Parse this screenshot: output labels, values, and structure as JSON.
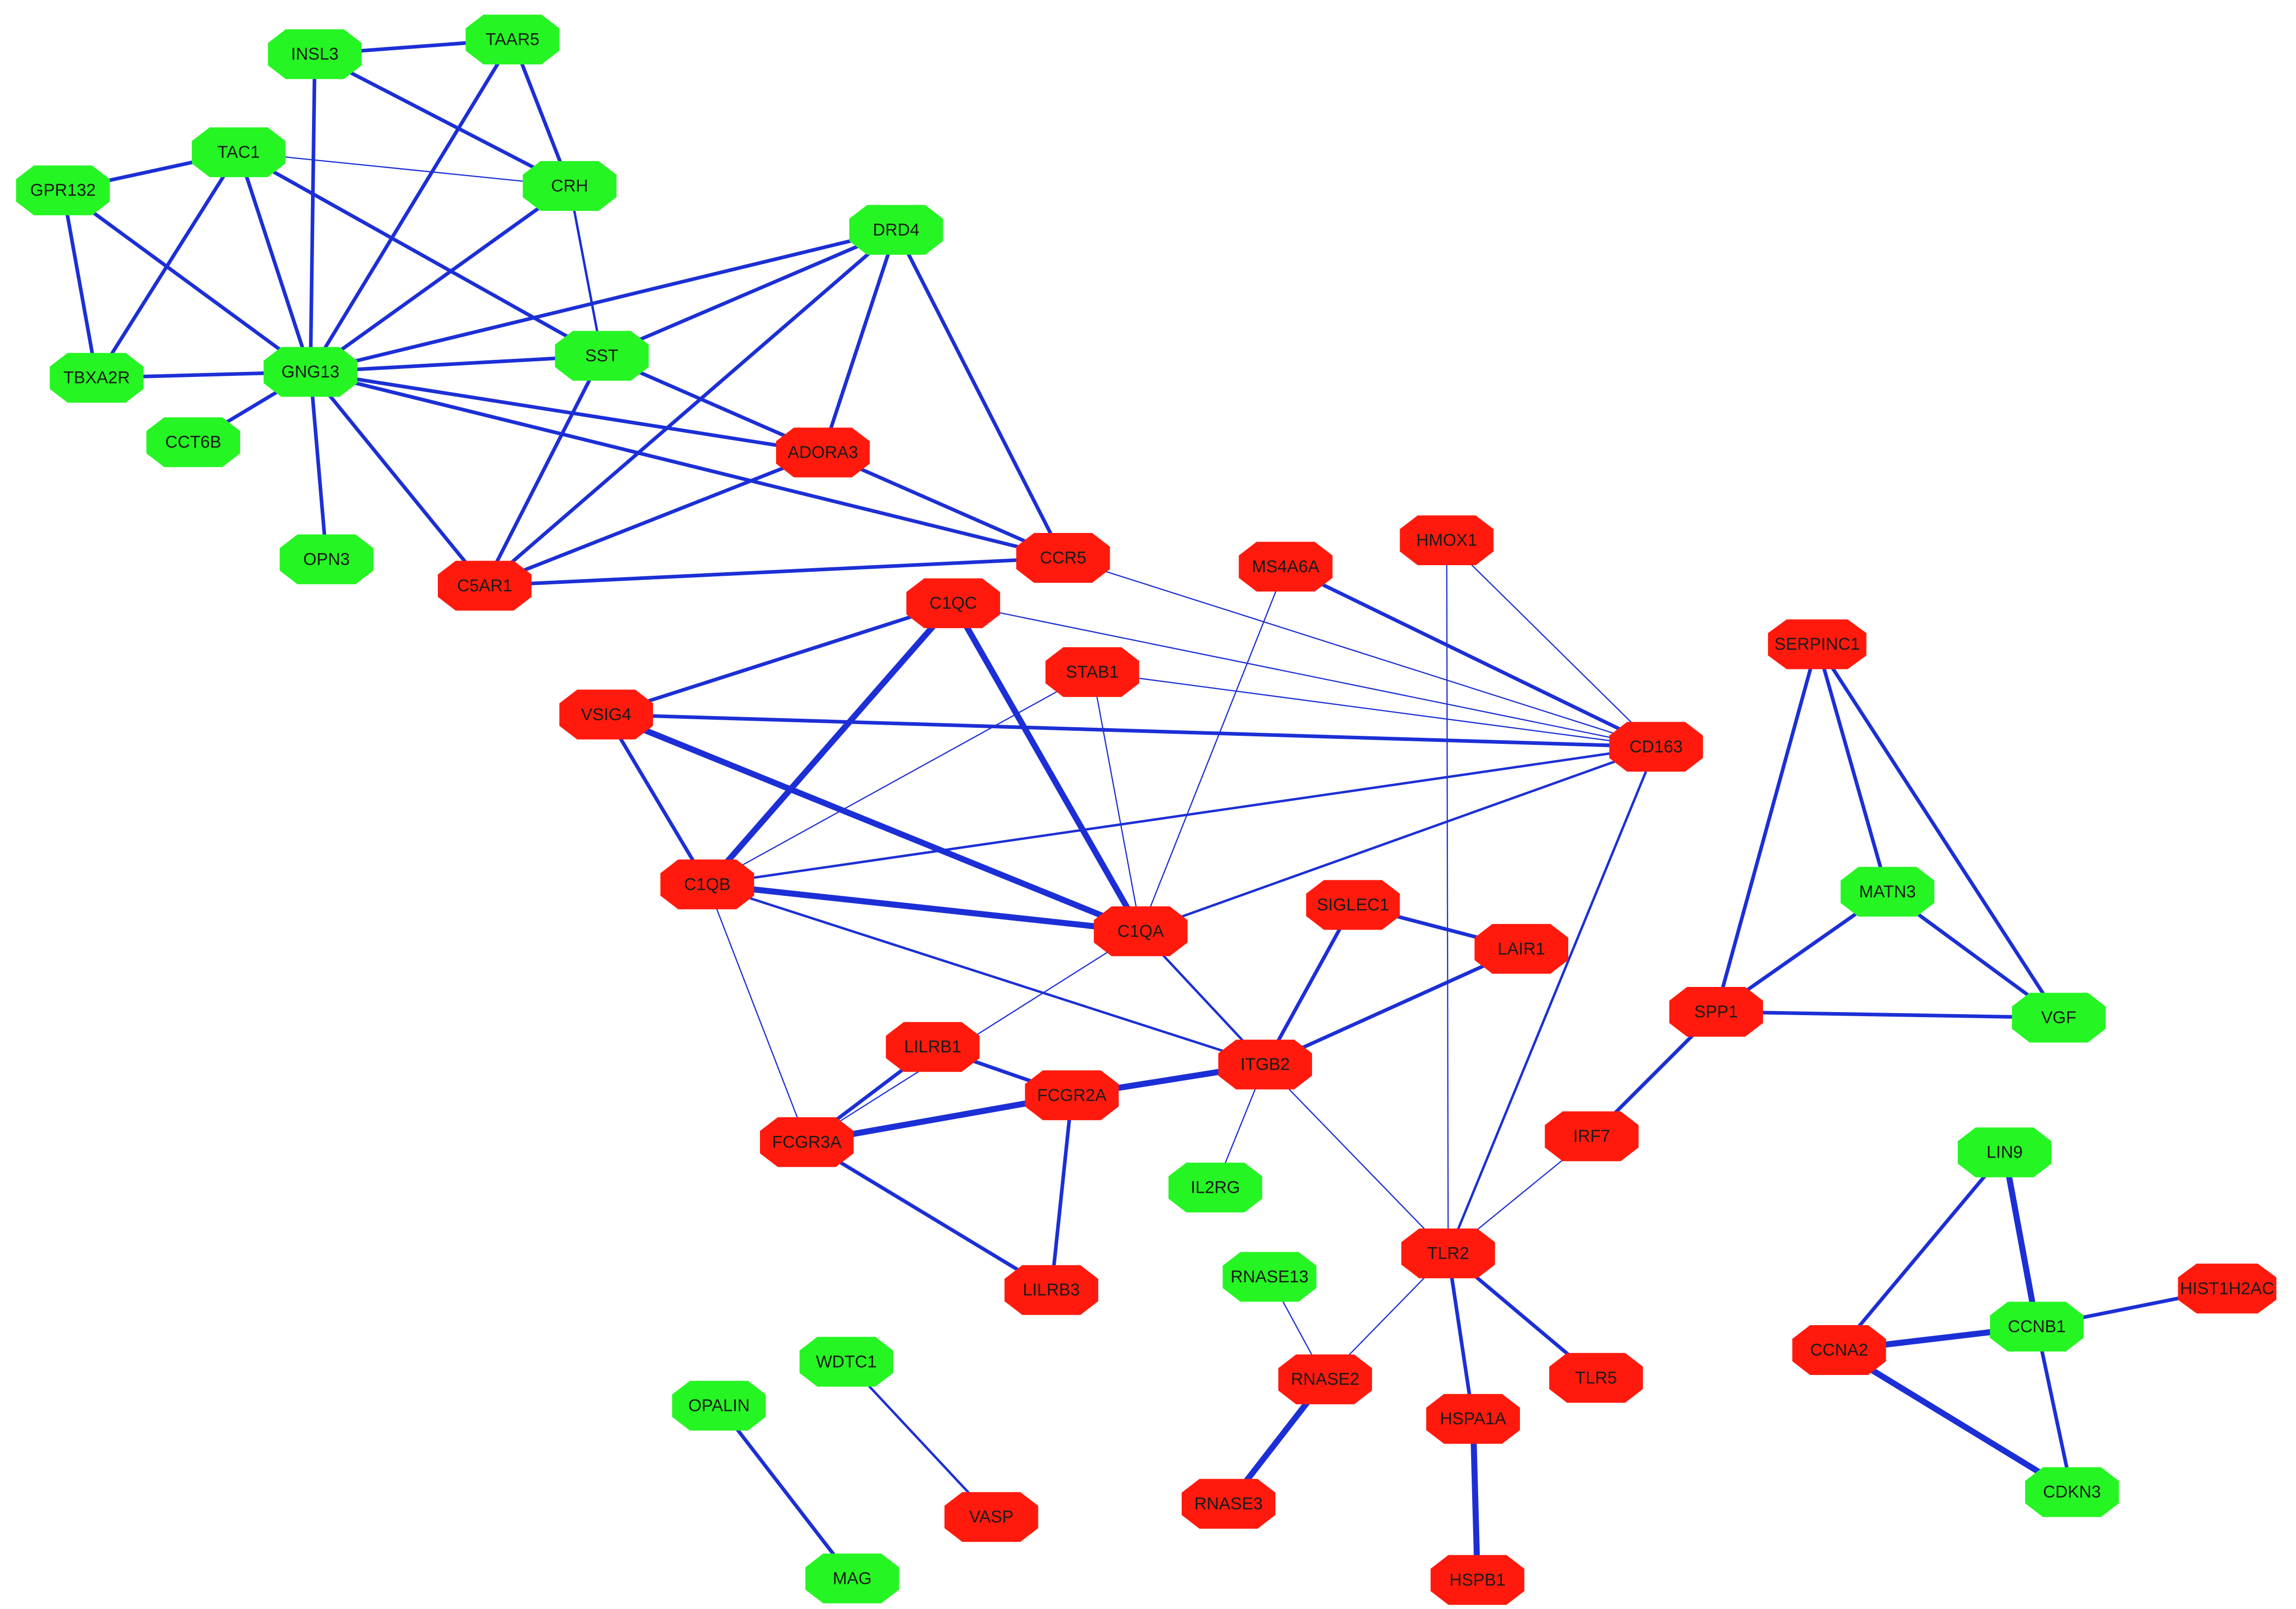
{
  "colors": {
    "up": "#ff1a0d",
    "down": "#26f524",
    "edge": "#1c2fd6"
  },
  "nodes": [
    {
      "id": "INSL3",
      "label": "INSL3",
      "group": "down"
    },
    {
      "id": "TAAR5",
      "label": "TAAR5",
      "group": "down"
    },
    {
      "id": "TAC1",
      "label": "TAC1",
      "group": "down"
    },
    {
      "id": "CRH",
      "label": "CRH",
      "group": "down"
    },
    {
      "id": "GPR132",
      "label": "GPR132",
      "group": "down"
    },
    {
      "id": "DRD4",
      "label": "DRD4",
      "group": "down"
    },
    {
      "id": "SST",
      "label": "SST",
      "group": "down"
    },
    {
      "id": "TBXA2R",
      "label": "TBXA2R",
      "group": "down"
    },
    {
      "id": "GNG13",
      "label": "GNG13",
      "group": "down"
    },
    {
      "id": "CCT6B",
      "label": "CCT6B",
      "group": "down"
    },
    {
      "id": "ADORA3",
      "label": "ADORA3",
      "group": "up"
    },
    {
      "id": "OPN3",
      "label": "OPN3",
      "group": "down"
    },
    {
      "id": "C5AR1",
      "label": "C5AR1",
      "group": "up"
    },
    {
      "id": "CCR5",
      "label": "CCR5",
      "group": "up"
    },
    {
      "id": "MS4A6A",
      "label": "MS4A6A",
      "group": "up"
    },
    {
      "id": "HMOX1",
      "label": "HMOX1",
      "group": "up"
    },
    {
      "id": "C1QC",
      "label": "C1QC",
      "group": "up"
    },
    {
      "id": "STAB1",
      "label": "STAB1",
      "group": "up"
    },
    {
      "id": "SERPINC1",
      "label": "SERPINC1",
      "group": "up"
    },
    {
      "id": "VSIG4",
      "label": "VSIG4",
      "group": "up"
    },
    {
      "id": "CD163",
      "label": "CD163",
      "group": "up"
    },
    {
      "id": "C1QB",
      "label": "C1QB",
      "group": "up"
    },
    {
      "id": "MATN3",
      "label": "MATN3",
      "group": "down"
    },
    {
      "id": "SIGLEC1",
      "label": "SIGLEC1",
      "group": "up"
    },
    {
      "id": "C1QA",
      "label": "C1QA",
      "group": "up"
    },
    {
      "id": "LAIR1",
      "label": "LAIR1",
      "group": "up"
    },
    {
      "id": "SPP1",
      "label": "SPP1",
      "group": "up"
    },
    {
      "id": "VGF",
      "label": "VGF",
      "group": "down"
    },
    {
      "id": "LILRB1",
      "label": "LILRB1",
      "group": "up"
    },
    {
      "id": "ITGB2",
      "label": "ITGB2",
      "group": "up"
    },
    {
      "id": "FCGR2A",
      "label": "FCGR2A",
      "group": "up"
    },
    {
      "id": "FCGR3A",
      "label": "FCGR3A",
      "group": "up"
    },
    {
      "id": "IRF7",
      "label": "IRF7",
      "group": "up"
    },
    {
      "id": "IL2RG",
      "label": "IL2RG",
      "group": "down"
    },
    {
      "id": "LIN9",
      "label": "LIN9",
      "group": "down"
    },
    {
      "id": "TLR2",
      "label": "TLR2",
      "group": "up"
    },
    {
      "id": "RNASE13",
      "label": "RNASE13",
      "group": "down"
    },
    {
      "id": "LILRB3",
      "label": "LILRB3",
      "group": "up"
    },
    {
      "id": "HIST1H2AC",
      "label": "HIST1H2AC",
      "group": "up"
    },
    {
      "id": "WDTC1",
      "label": "WDTC1",
      "group": "down"
    },
    {
      "id": "CCNB1",
      "label": "CCNB1",
      "group": "down"
    },
    {
      "id": "CCNA2",
      "label": "CCNA2",
      "group": "up"
    },
    {
      "id": "OPALIN",
      "label": "OPALIN",
      "group": "down"
    },
    {
      "id": "RNASE2",
      "label": "RNASE2",
      "group": "up"
    },
    {
      "id": "TLR5",
      "label": "TLR5",
      "group": "up"
    },
    {
      "id": "HSPA1A",
      "label": "HSPA1A",
      "group": "up"
    },
    {
      "id": "VASP",
      "label": "VASP",
      "group": "up"
    },
    {
      "id": "CDKN3",
      "label": "CDKN3",
      "group": "down"
    },
    {
      "id": "RNASE3",
      "label": "RNASE3",
      "group": "up"
    },
    {
      "id": "MAG",
      "label": "MAG",
      "group": "down"
    },
    {
      "id": "HSPB1",
      "label": "HSPB1",
      "group": "up"
    }
  ],
  "edges": [
    {
      "source": "INSL3",
      "target": "TAAR5",
      "weight": 3
    },
    {
      "source": "INSL3",
      "target": "CRH",
      "weight": 3
    },
    {
      "source": "INSL3",
      "target": "GNG13",
      "weight": 3
    },
    {
      "source": "TAAR5",
      "target": "CRH",
      "weight": 3
    },
    {
      "source": "TAAR5",
      "target": "GNG13",
      "weight": 3
    },
    {
      "source": "TAC1",
      "target": "GPR132",
      "weight": 3
    },
    {
      "source": "TAC1",
      "target": "CRH",
      "weight": 1
    },
    {
      "source": "TAC1",
      "target": "TBXA2R",
      "weight": 3
    },
    {
      "source": "TAC1",
      "target": "GNG13",
      "weight": 3
    },
    {
      "source": "TAC1",
      "target": "SST",
      "weight": 3
    },
    {
      "source": "GPR132",
      "target": "TBXA2R",
      "weight": 3
    },
    {
      "source": "GPR132",
      "target": "GNG13",
      "weight": 3
    },
    {
      "source": "CRH",
      "target": "GNG13",
      "weight": 3
    },
    {
      "source": "CRH",
      "target": "SST",
      "weight": 2
    },
    {
      "source": "TBXA2R",
      "target": "GNG13",
      "weight": 3
    },
    {
      "source": "GNG13",
      "target": "CCT6B",
      "weight": 3
    },
    {
      "source": "GNG13",
      "target": "OPN3",
      "weight": 3
    },
    {
      "source": "GNG13",
      "target": "DRD4",
      "weight": 3
    },
    {
      "source": "GNG13",
      "target": "SST",
      "weight": 3
    },
    {
      "source": "GNG13",
      "target": "ADORA3",
      "weight": 3
    },
    {
      "source": "GNG13",
      "target": "CCR5",
      "weight": 3
    },
    {
      "source": "GNG13",
      "target": "C5AR1",
      "weight": 3
    },
    {
      "source": "DRD4",
      "target": "SST",
      "weight": 3
    },
    {
      "source": "DRD4",
      "target": "ADORA3",
      "weight": 3
    },
    {
      "source": "DRD4",
      "target": "CCR5",
      "weight": 3
    },
    {
      "source": "DRD4",
      "target": "C5AR1",
      "weight": 3
    },
    {
      "source": "SST",
      "target": "ADORA3",
      "weight": 3
    },
    {
      "source": "SST",
      "target": "C5AR1",
      "weight": 3
    },
    {
      "source": "ADORA3",
      "target": "C5AR1",
      "weight": 3
    },
    {
      "source": "ADORA3",
      "target": "CCR5",
      "weight": 3
    },
    {
      "source": "C5AR1",
      "target": "CCR5",
      "weight": 3
    },
    {
      "source": "CCR5",
      "target": "CD163",
      "weight": 1
    },
    {
      "source": "MS4A6A",
      "target": "CD163",
      "weight": 3
    },
    {
      "source": "MS4A6A",
      "target": "C1QA",
      "weight": 1
    },
    {
      "source": "HMOX1",
      "target": "CD163",
      "weight": 1
    },
    {
      "source": "HMOX1",
      "target": "TLR2",
      "weight": 1
    },
    {
      "source": "C1QC",
      "target": "VSIG4",
      "weight": 3
    },
    {
      "source": "C1QC",
      "target": "C1QB",
      "weight": 5
    },
    {
      "source": "C1QC",
      "target": "C1QA",
      "weight": 5
    },
    {
      "source": "C1QC",
      "target": "CD163",
      "weight": 1
    },
    {
      "source": "STAB1",
      "target": "CD163",
      "weight": 1
    },
    {
      "source": "STAB1",
      "target": "C1QA",
      "weight": 1
    },
    {
      "source": "STAB1",
      "target": "C1QB",
      "weight": 1
    },
    {
      "source": "VSIG4",
      "target": "CD163",
      "weight": 3
    },
    {
      "source": "VSIG4",
      "target": "C1QB",
      "weight": 3
    },
    {
      "source": "VSIG4",
      "target": "C1QA",
      "weight": 5
    },
    {
      "source": "C1QB",
      "target": "C1QA",
      "weight": 5
    },
    {
      "source": "C1QB",
      "target": "CD163",
      "weight": 2
    },
    {
      "source": "C1QB",
      "target": "ITGB2",
      "weight": 2
    },
    {
      "source": "C1QB",
      "target": "FCGR3A",
      "weight": 1
    },
    {
      "source": "C1QA",
      "target": "CD163",
      "weight": 2
    },
    {
      "source": "C1QA",
      "target": "ITGB2",
      "weight": 2
    },
    {
      "source": "C1QA",
      "target": "FCGR3A",
      "weight": 1
    },
    {
      "source": "CD163",
      "target": "TLR2",
      "weight": 2
    },
    {
      "source": "SERPINC1",
      "target": "MATN3",
      "weight": 3
    },
    {
      "source": "SERPINC1",
      "target": "SPP1",
      "weight": 3
    },
    {
      "source": "SERPINC1",
      "target": "VGF",
      "weight": 3
    },
    {
      "source": "MATN3",
      "target": "SPP1",
      "weight": 3
    },
    {
      "source": "MATN3",
      "target": "VGF",
      "weight": 3
    },
    {
      "source": "SPP1",
      "target": "VGF",
      "weight": 3
    },
    {
      "source": "SPP1",
      "target": "IRF7",
      "weight": 3
    },
    {
      "source": "IRF7",
      "target": "TLR2",
      "weight": 1
    },
    {
      "source": "SIGLEC1",
      "target": "LAIR1",
      "weight": 3
    },
    {
      "source": "SIGLEC1",
      "target": "ITGB2",
      "weight": 3
    },
    {
      "source": "LAIR1",
      "target": "ITGB2",
      "weight": 3
    },
    {
      "source": "ITGB2",
      "target": "FCGR2A",
      "weight": 5
    },
    {
      "source": "ITGB2",
      "target": "IL2RG",
      "weight": 1
    },
    {
      "source": "ITGB2",
      "target": "TLR2",
      "weight": 1
    },
    {
      "source": "LILRB1",
      "target": "FCGR2A",
      "weight": 3
    },
    {
      "source": "LILRB1",
      "target": "FCGR3A",
      "weight": 3
    },
    {
      "source": "FCGR2A",
      "target": "FCGR3A",
      "weight": 5
    },
    {
      "source": "FCGR2A",
      "target": "LILRB3",
      "weight": 3
    },
    {
      "source": "FCGR3A",
      "target": "LILRB3",
      "weight": 3
    },
    {
      "source": "TLR2",
      "target": "TLR5",
      "weight": 3
    },
    {
      "source": "TLR2",
      "target": "HSPA1A",
      "weight": 3
    },
    {
      "source": "TLR2",
      "target": "RNASE2",
      "weight": 1
    },
    {
      "source": "RNASE13",
      "target": "RNASE2",
      "weight": 1
    },
    {
      "source": "RNASE2",
      "target": "RNASE3",
      "weight": 5
    },
    {
      "source": "HSPA1A",
      "target": "HSPB1",
      "weight": 5
    },
    {
      "source": "LIN9",
      "target": "CCNA2",
      "weight": 3
    },
    {
      "source": "LIN9",
      "target": "CCNB1",
      "weight": 5
    },
    {
      "source": "CCNB1",
      "target": "CCNA2",
      "weight": 5
    },
    {
      "source": "CCNB1",
      "target": "CDKN3",
      "weight": 3
    },
    {
      "source": "CCNB1",
      "target": "HIST1H2AC",
      "weight": 3
    },
    {
      "source": "CCNA2",
      "target": "CDKN3",
      "weight": 5
    },
    {
      "source": "WDTC1",
      "target": "VASP",
      "weight": 2
    },
    {
      "source": "OPALIN",
      "target": "MAG",
      "weight": 3
    }
  ]
}
